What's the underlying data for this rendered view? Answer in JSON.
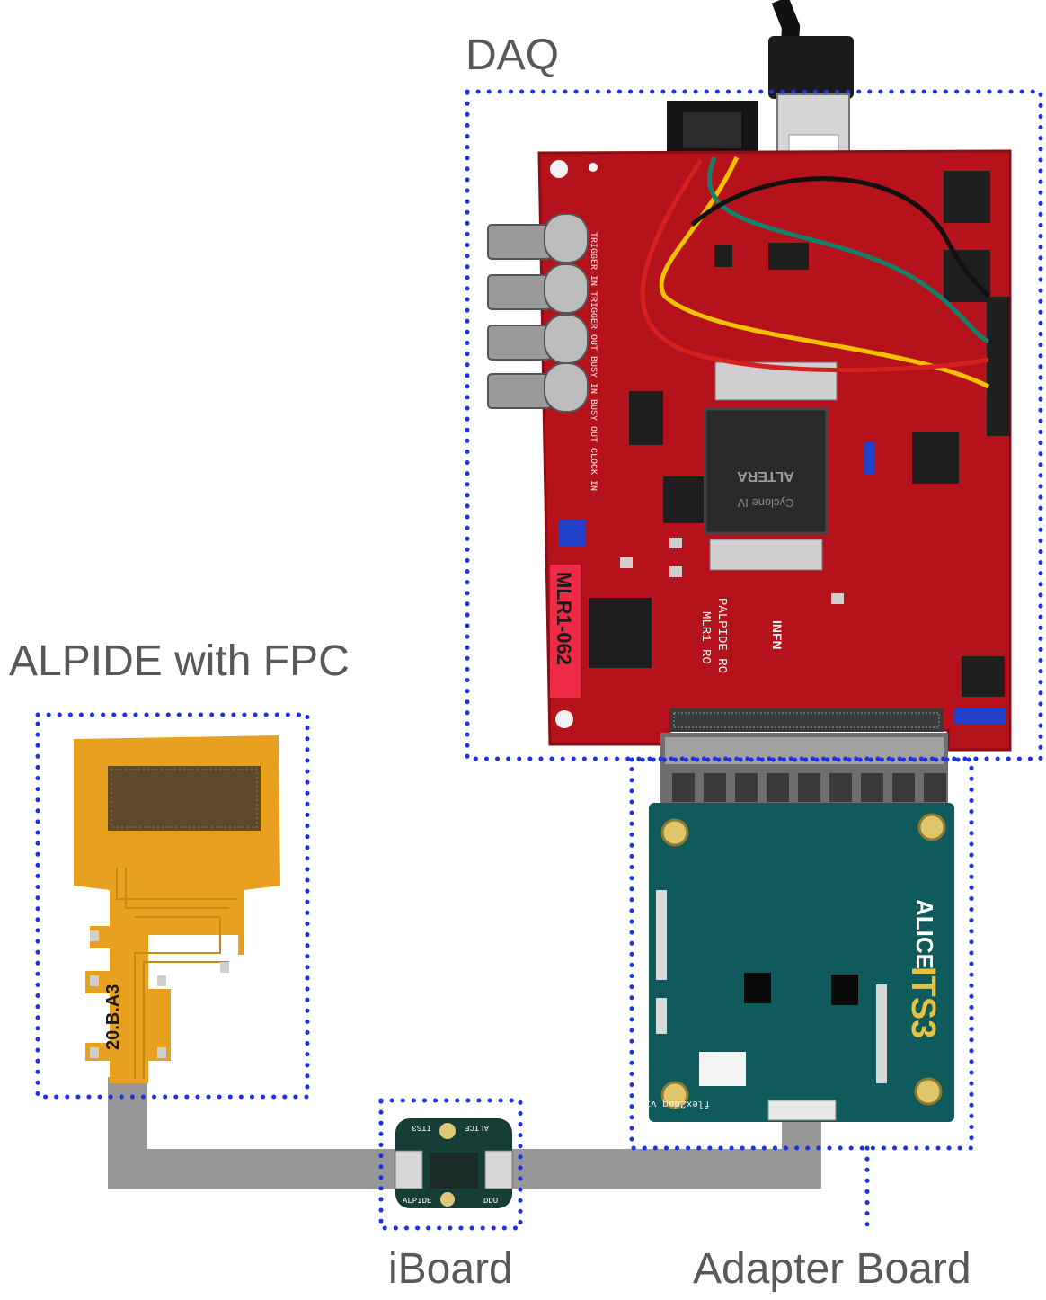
{
  "labels": {
    "daq": "DAQ",
    "alpide": "ALPIDE with FPC",
    "iboard": "iBoard",
    "adapter": "Adapter Board"
  },
  "boards": {
    "daq_sticker": "MLR1-062",
    "daq_silk_1": "PALPIDE RO",
    "daq_silk_2": "MLR1 RO",
    "daq_fpga_brand": "ALTERA",
    "daq_fpga_family": "Cyclone IV",
    "daq_inf": "INFN",
    "adapter_title_1": "ALICE",
    "adapter_title_2": "ITS3",
    "adapter_name": "flex2daq v1",
    "fpc_marking": "20.B.A3",
    "iboard_top_1": "ITS3",
    "iboard_top_2": "ALICE",
    "iboard_bottom_1": "ALPIDE",
    "iboard_bottom_2": "DDU"
  },
  "colors": {
    "dotted_outline": "#1a33e6",
    "cable": "#979797",
    "label_text": "#58585a",
    "daq_pcb": "#b5121b",
    "adapter_pcb": "#0f5a5a",
    "fpc": "#e8a020"
  }
}
